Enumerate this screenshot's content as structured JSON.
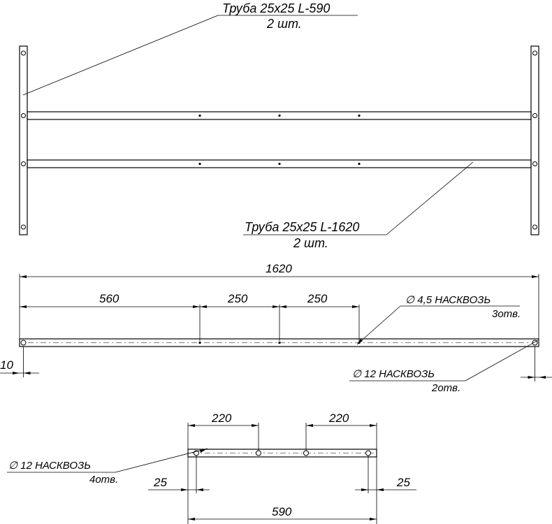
{
  "top_view": {
    "label_short_tube": "Труба 25х25 L-590",
    "label_short_qty": "2 шт.",
    "label_long_tube": "Труба 25х25 L-1620",
    "label_long_qty": "2 шт."
  },
  "long_tube_view": {
    "dim_total": "1620",
    "dim_a": "560",
    "dim_b": "250",
    "dim_c": "250",
    "dim_edge": "10",
    "hole_small_label": "∅ 4,5 НАСКВОЗЬ",
    "hole_small_count": "3отв.",
    "hole_large_label": "∅ 12 НАСКВОЗЬ",
    "hole_large_count": "2отв."
  },
  "short_tube_view": {
    "dim_left": "220",
    "dim_right": "220",
    "dim_edge_left": "25",
    "dim_edge_right": "25",
    "dim_total": "590",
    "hole_label": "∅ 12 НАСКВОЗЬ",
    "hole_count": "4отв."
  }
}
